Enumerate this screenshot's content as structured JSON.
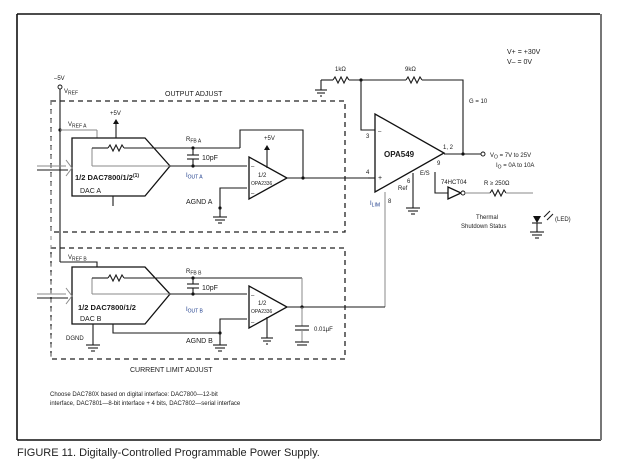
{
  "figure": {
    "caption": "FIGURE 11. Digitally-Controlled Programmable Power Supply.",
    "note_line1": "Choose DAC780X based on digital interface: DAC7800—12-bit",
    "note_line2": "interface, DAC7801—8-bit interface + 4 bits, DAC7802—serial interface"
  },
  "supplies": {
    "vplus": "V+ = +30V",
    "vminus": "V– = 0V",
    "vref_supply": "–5V",
    "vref": "V",
    "vref_sub": "REF"
  },
  "sections": {
    "output_adjust": "OUTPUT ADJUST",
    "current_limit_adjust": "CURRENT LIMIT ADJUST"
  },
  "dac_a": {
    "vref_label": "V",
    "vref_sub": "REF A",
    "supply": "+5V",
    "part": "1/2 DAC7800/1/2",
    "part_sup": "(1)",
    "name": "DAC A",
    "rfb": "R",
    "rfb_sub": "FB A",
    "iout": "I",
    "iout_sub": "OUT A",
    "cap": "10pF",
    "agnd": "AGND A"
  },
  "dac_b": {
    "vref_label": "V",
    "vref_sub": "REF B",
    "part": "1/2 DAC7800/1/2",
    "name": "DAC B",
    "rfb": "R",
    "rfb_sub": "FB B",
    "iout": "I",
    "iout_sub": "OUT B",
    "cap": "10pF",
    "agnd": "AGND B",
    "dgnd": "DGND"
  },
  "opamp_a": {
    "line1": "1/2",
    "line2": "OPA2336",
    "supply": "+5V",
    "minus": "–",
    "plus": "–"
  },
  "opamp_b": {
    "line1": "1/2",
    "line2": "OPA2336",
    "minus": "–",
    "plus": "–",
    "filter_cap": "0.01µF"
  },
  "power_amp": {
    "name": "OPA549",
    "pin_inv": "3",
    "pin_noninv": "4",
    "pin_out": "1, 2",
    "pin_ref": "6",
    "ref_label": "Ref",
    "pin_ilim": "8",
    "ilim_label": "I",
    "ilim_sub": "LIM",
    "pin_es": "9",
    "es_label": "E/S",
    "plus_sign": "+",
    "minus_sign": "–",
    "r_ground": "1kΩ",
    "r_feedback": "9kΩ",
    "gain": "G = 10"
  },
  "output": {
    "vo": "V",
    "vo_sub": "O",
    "vo_range": " = 7V to 25V",
    "io": "I",
    "io_sub": "O",
    "io_range": " = 0A to 10A"
  },
  "status": {
    "inverter": "74HCT04",
    "resistor": "R ≥ 250Ω",
    "led": "(LED)",
    "label_line1": "Thermal",
    "label_line2": "Shutdown Status"
  }
}
